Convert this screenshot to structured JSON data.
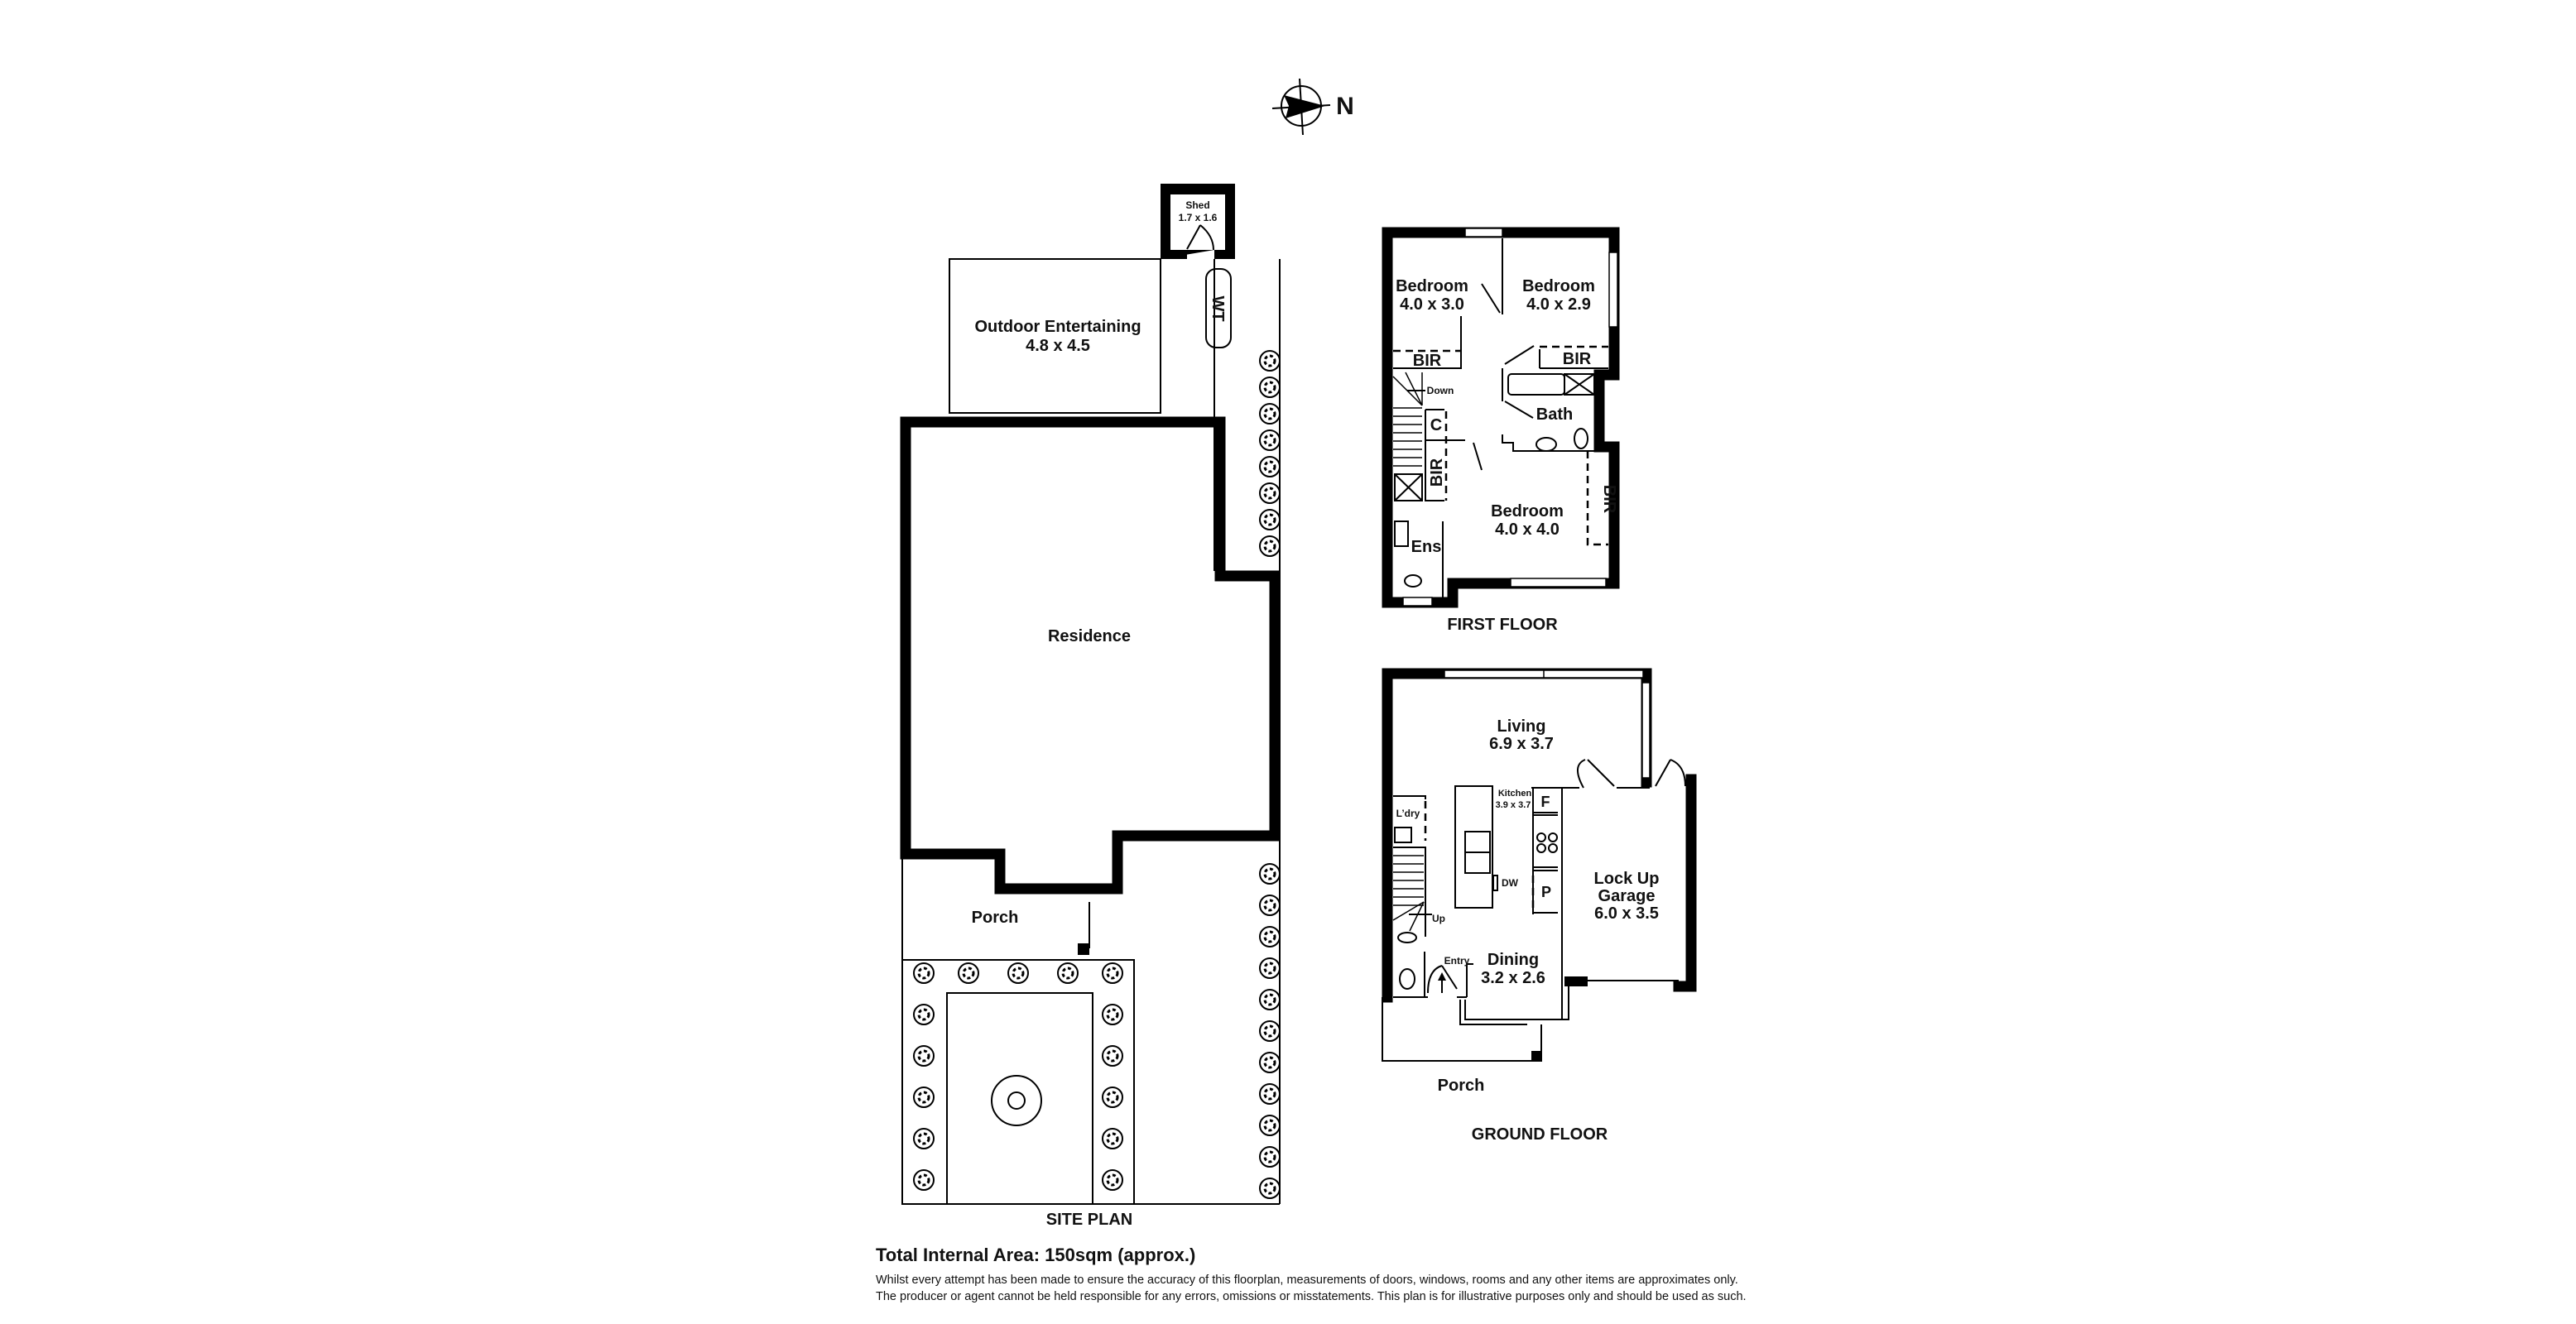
{
  "compass": {
    "label": "N",
    "icon": "north-arrow-icon"
  },
  "site_plan": {
    "title": "SITE PLAN",
    "shed": {
      "name": "Shed",
      "size": "1.7 x 1.6"
    },
    "outdoor": {
      "name": "Outdoor Entertaining",
      "size": "4.8 x 4.5"
    },
    "water_tank": "WT",
    "residence": "Residence",
    "porch": "Porch"
  },
  "first_floor": {
    "title": "FIRST FLOOR",
    "bedroom1": {
      "name": "Bedroom",
      "size": "4.0 x 3.0"
    },
    "bedroom2": {
      "name": "Bedroom",
      "size": "4.0 x 2.9"
    },
    "bedroom3": {
      "name": "Bedroom",
      "size": "4.0 x 4.0"
    },
    "bir": "BIR",
    "down": "Down",
    "bath": "Bath",
    "cupboard": "C",
    "ensuite": "Ens"
  },
  "ground_floor": {
    "title": "GROUND FLOOR",
    "living": {
      "name": "Living",
      "size": "6.9 x 3.7"
    },
    "kitchen": {
      "name": "Kitchen",
      "size": "3.9 x 3.7"
    },
    "fridge": "F",
    "dishwasher": "DW",
    "pantry": "P",
    "garage": {
      "name1": "Lock Up",
      "name2": "Garage",
      "size": "6.0 x 3.5"
    },
    "laundry": "L’dry",
    "up": "Up",
    "entry": "Entry",
    "dining": {
      "name": "Dining",
      "size": "3.2 x 2.6"
    },
    "porch": "Porch"
  },
  "footer": {
    "total_area": "Total Internal Area: 150sqm (approx.)",
    "disclaimer_1": "Whilst every attempt has been made to ensure the accuracy of this floorplan, measurements of doors, windows, rooms and any other items are approximates only.",
    "disclaimer_2": "The producer or agent cannot be held responsible for any errors, omissions or misstatements. This plan is for illustrative purposes only and should be used as such."
  }
}
